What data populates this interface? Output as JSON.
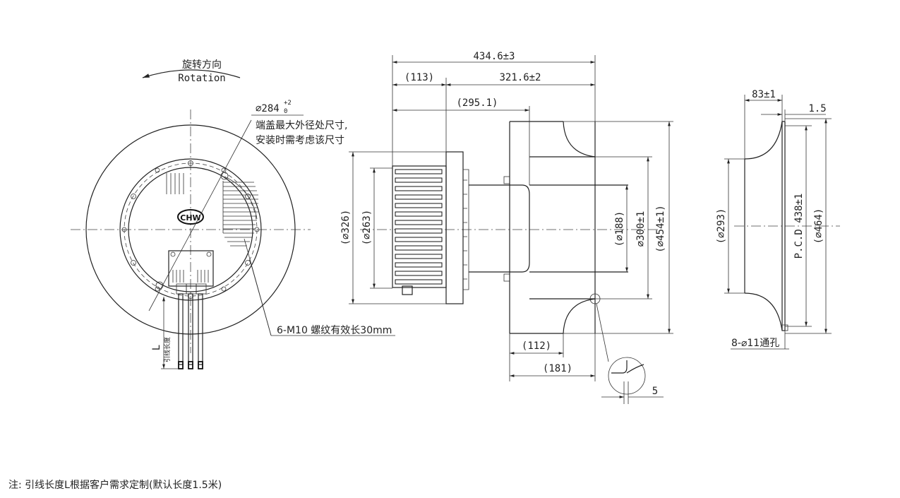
{
  "front_view": {
    "rotation_cn": "旋转方向",
    "rotation_en": "Rotation",
    "diameter_label": "⌀284",
    "diameter_tol_upper": "+2",
    "diameter_tol_lower": "0",
    "callout_line1": "端盖最大外径处尺寸,",
    "callout_line2": "安装时需考虑该尺寸",
    "thread_callout": "6-M10 螺纹有效长30mm",
    "lead_label": "L",
    "lead_label_cn": "引线长度"
  },
  "side_view": {
    "overall_length": "434.6±3",
    "dim_113": "(113)",
    "dim_321": "321.6±2",
    "dim_295": "(295.1)",
    "dia_326": "(⌀326)",
    "dia_263": "(⌀263)",
    "dia_188": "(⌀188)",
    "dia_300": "⌀300±1",
    "dia_454": "(⌀454±1)",
    "dim_112": "(112)",
    "dim_181": "(181)",
    "detail_5": "5"
  },
  "inlet_ring": {
    "dim_83": "83±1",
    "dim_1_5": "1.5",
    "dia_293": "(⌀293)",
    "pcd": "P.C.D 438±1",
    "dia_464": "(⌀464)",
    "holes": "8-⌀11通孔"
  },
  "footnote": "注: 引线长度L根据客户需求定制(默认长度1.5米)"
}
